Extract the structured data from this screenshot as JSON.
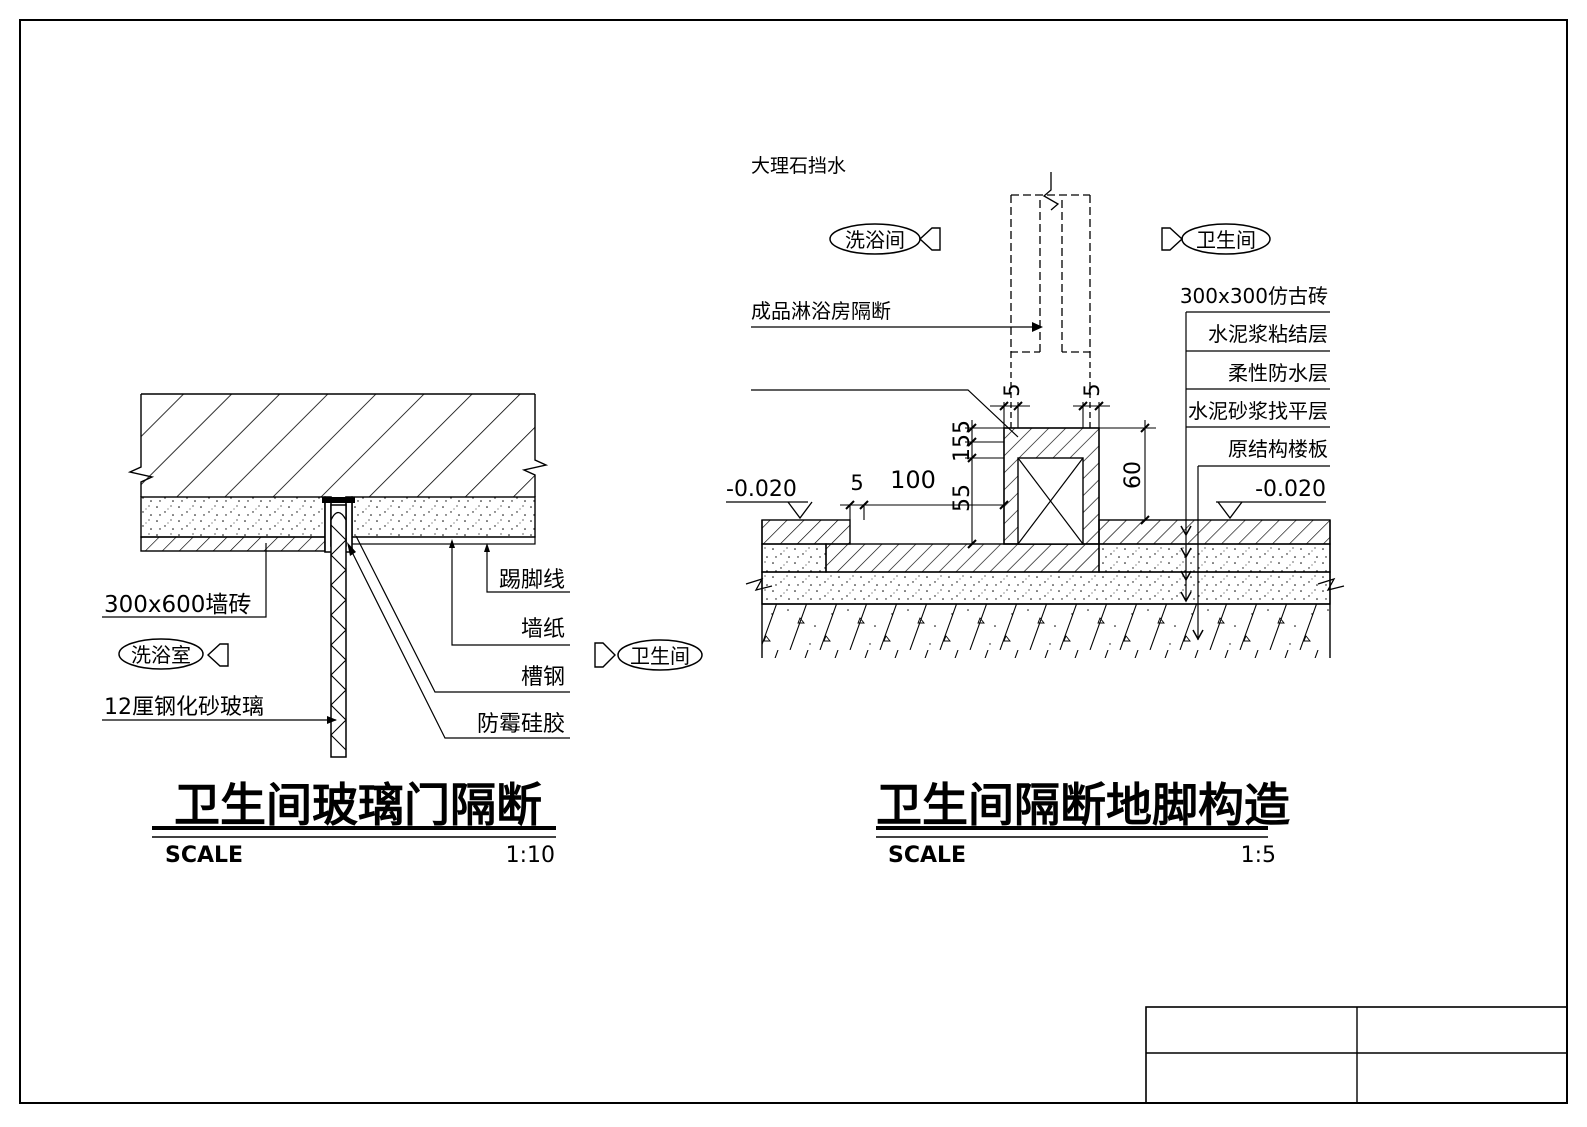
{
  "left_detail": {
    "title": "卫生间玻璃门隔断",
    "scale_label": "SCALE",
    "scale_value": "1:10",
    "labels": {
      "wall_tile": "300x600墙砖",
      "glass": "12厘钢化砂玻璃",
      "skirting": "踢脚线",
      "wallpaper": "墙纸",
      "channel_steel": "槽钢",
      "sealant": "防霉硅胶"
    },
    "rooms": {
      "shower": "洗浴室",
      "toilet": "卫生间"
    }
  },
  "right_detail": {
    "title": "卫生间隔断地脚构造",
    "scale_label": "SCALE",
    "scale_value": "1:5",
    "labels": {
      "marble": "大理石挡水",
      "partition": "成品淋浴房隔断"
    },
    "rooms": {
      "shower": "洗浴间",
      "toilet": "卫生间"
    },
    "layers": [
      "300x300仿古砖",
      "水泥浆粘结层",
      "柔性防水层",
      "水泥砂浆找平层",
      "原结构楼板"
    ],
    "elevations": {
      "left": "-0.020",
      "right": "-0.020"
    },
    "dimensions": {
      "d5_a": "5",
      "d5_b": "5",
      "d5_c": "5",
      "d100": "100",
      "d55": "55",
      "d15": "15",
      "d5_v": "5",
      "d60": "60"
    }
  }
}
